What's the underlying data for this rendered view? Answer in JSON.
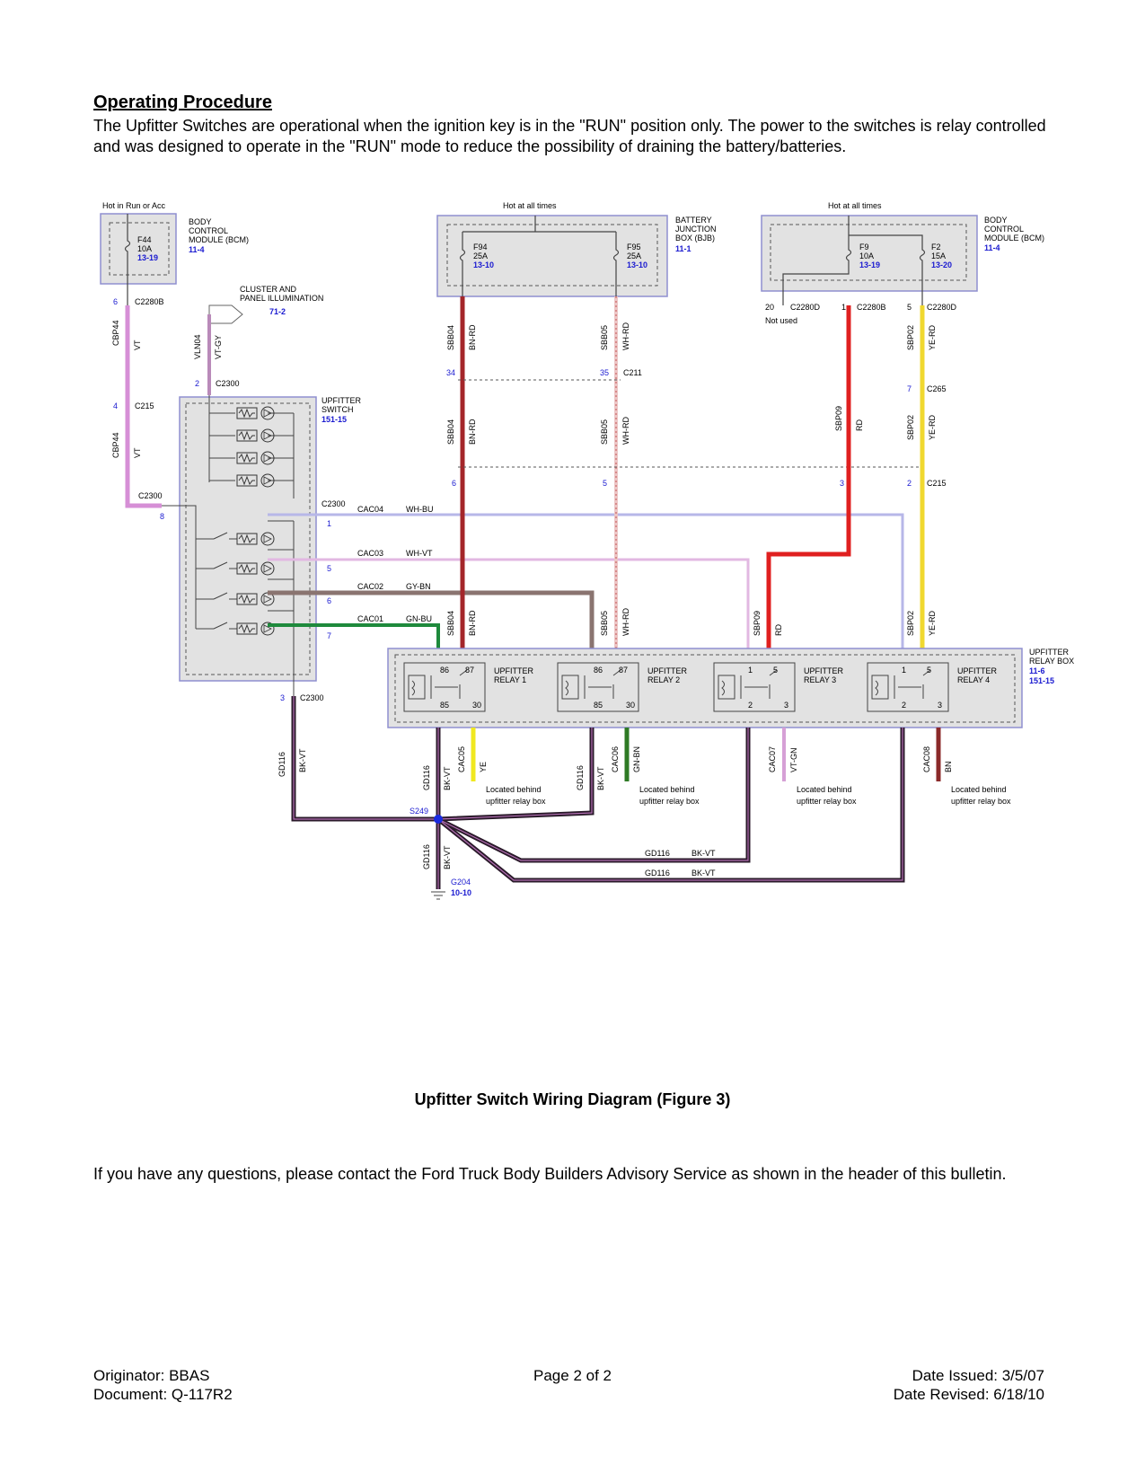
{
  "heading": "Operating Procedure",
  "intro": "The Upfitter Switches are operational when the ignition key is in the \"RUN\" position only.  The power to the switches is relay controlled and was designed to operate in the \"RUN\" mode to reduce the possibility of draining the battery/batteries.",
  "caption": "Upfitter Switch Wiring Diagram (Figure 3)",
  "closing": "If you have any questions, please contact the Ford Truck Body Builders Advisory Service as shown in the header of this bulletin.",
  "footer": {
    "originator": "Originator: BBAS",
    "document": "Document: Q-117R2",
    "page": "Page 2 of 2",
    "issued": "Date Issued: 3/5/07",
    "revised": "Date Revised: 6/18/10"
  },
  "diagram": {
    "bcm_left": {
      "note": "Hot in Run or Acc",
      "title": [
        "BODY",
        "CONTROL",
        "MODULE (BCM)"
      ],
      "ref": "11-4",
      "fuse": "F44",
      "rating": "10A",
      "fuse_ref": "13-19",
      "pin": "6",
      "connector": "C2280B"
    },
    "bjb": {
      "note": "Hot at all times",
      "title": [
        "BATTERY",
        "JUNCTION",
        "BOX (BJB)"
      ],
      "ref": "11-1",
      "fuse1": "F94",
      "rating1": "25A",
      "ref1": "13-10",
      "fuse2": "F95",
      "rating2": "25A",
      "ref2": "13-10"
    },
    "bcm_right": {
      "note": "Hot at all times",
      "title": [
        "BODY",
        "CONTROL",
        "MODULE (BCM)"
      ],
      "ref": "11-4",
      "fuse1": "F9",
      "rating1": "10A",
      "ref1": "13-19",
      "fuse2": "F2",
      "rating2": "15A",
      "ref2": "13-20",
      "pin20": "20",
      "conn20": "C2280D",
      "not_used": "Not used",
      "pin1": "1",
      "conn1": "C2280B",
      "pin5": "5",
      "conn5": "C2280D"
    },
    "cluster": {
      "title": [
        "CLUSTER AND",
        "PANEL ILLUMINATION"
      ],
      "ref": "71-2"
    },
    "switch": {
      "title": [
        "UPFITTER",
        "SWITCH"
      ],
      "ref": "151-15"
    },
    "relay_box": {
      "title": [
        "UPFITTER",
        "RELAY BOX"
      ],
      "ref1": "11-6",
      "ref2": "151-15"
    },
    "relays": [
      {
        "name": [
          "UPFITTER",
          "RELAY 1"
        ],
        "p1": "86",
        "p2": "87",
        "p3": "85",
        "p4": "30"
      },
      {
        "name": [
          "UPFITTER",
          "RELAY 2"
        ],
        "p1": "86",
        "p2": "87",
        "p3": "85",
        "p4": "30"
      },
      {
        "name": [
          "UPFITTER",
          "RELAY 3"
        ],
        "p1": "1",
        "p2": "5",
        "p3": "2",
        "p4": "3"
      },
      {
        "name": [
          "UPFITTER",
          "RELAY 4"
        ],
        "p1": "1",
        "p2": "5",
        "p3": "2",
        "p4": "3"
      }
    ],
    "wires": {
      "cbp44": "CBP44",
      "vt": "VT",
      "vln04": "VLN04",
      "vtgy": "VT-GY",
      "sbb04": "SBB04",
      "bnrd": "BN-RD",
      "sbb05": "SBB05",
      "whrd": "WH-RD",
      "sbp09": "SBP09",
      "rd": "RD",
      "sbp02": "SBP02",
      "yerd": "YE-RD",
      "gd116": "GD116",
      "bkvt": "BK-VT",
      "cac05": "CAC05",
      "ye": "YE",
      "cac06": "CAC06",
      "gnbn": "GN-BN",
      "cac07": "CAC07",
      "vtgn": "VT-GN",
      "cac08": "CAC08",
      "bn": "BN",
      "cac04": "CAC04",
      "whbu": "WH-BU",
      "cac03": "CAC03",
      "whvt": "WH-VT",
      "cac02": "CAC02",
      "gybn": "GY-BN",
      "cac01": "CAC01",
      "gnbu": "GN-BU"
    },
    "connectors": {
      "c215": "C215",
      "c2300": "C2300",
      "c211": "C211",
      "c265": "C265",
      "n2": "2",
      "n3": "3",
      "n4": "4",
      "n5": "5",
      "n6": "6",
      "n7": "7",
      "n8": "8",
      "n1": "1",
      "n34": "34",
      "n35": "35"
    },
    "splice": "S249",
    "ground": "G204",
    "ground_ref": "10-10",
    "located": [
      "Located behind",
      "upfitter relay box"
    ]
  }
}
